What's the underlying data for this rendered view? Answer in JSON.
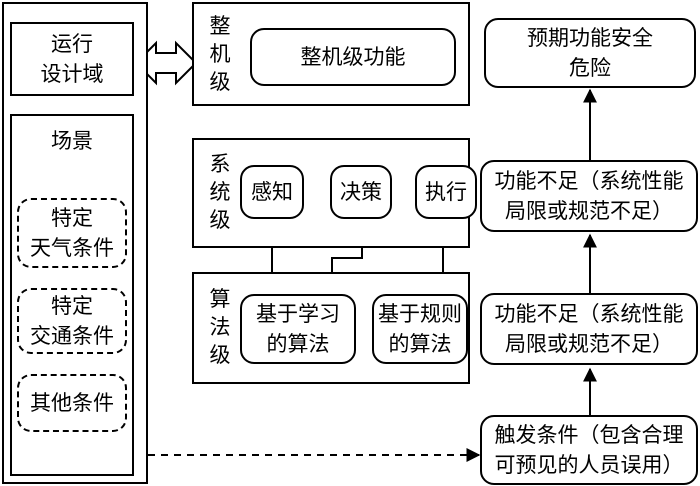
{
  "left_panel": {
    "odd_label": "运行\n设计域",
    "scenario_title": "场景",
    "conditions": [
      "特定\n天气条件",
      "特定\n交通条件",
      "其他条件"
    ]
  },
  "levels": {
    "vehicle": {
      "label": "整\n机\n级",
      "function": "整机级功能"
    },
    "system": {
      "label": "系\n统\n级",
      "steps": [
        "感知",
        "决策",
        "执行"
      ]
    },
    "algorithm": {
      "label": "算\n法\n级",
      "items": [
        "基于学习\n的算法",
        "基于规则\n的算法"
      ]
    }
  },
  "right_column": {
    "sotif_risk": "预期功能安全\n危险",
    "insufficiency_system": "功能不足（系统性能\n局限或规范不足）",
    "insufficiency_algorithm": "功能不足（系统性能\n局限或规范不足）",
    "trigger": "触发条件（包含合理\n可预见的人员误用）"
  }
}
